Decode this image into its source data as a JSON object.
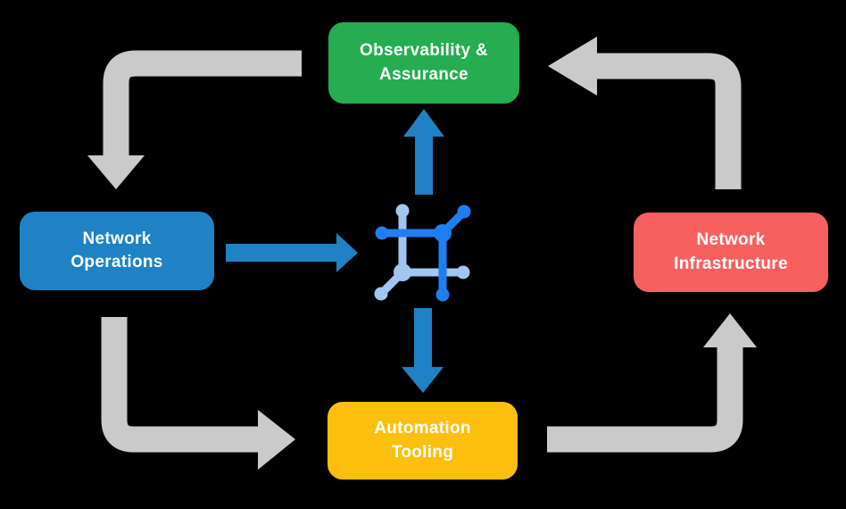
{
  "background": "#000000",
  "nodes": {
    "observability": {
      "label": "Observability &\nAssurance",
      "color": "#26AC51"
    },
    "operations": {
      "label": "Network\nOperations",
      "color": "#1E82C4"
    },
    "infrastructure": {
      "label": "Network\nInfrastructure",
      "color": "#F86060"
    },
    "automation": {
      "label": "Automation\nTooling",
      "color": "#FCBF0E"
    }
  },
  "center_icon": "network-mesh-icon",
  "colors": {
    "gray_arrow": "#CACACA",
    "blue_arrow": "#1E82C4",
    "icon_dark": "#1E80F0",
    "icon_light": "#A0C6F2",
    "label_text": "#FFFFFF",
    "background": "#000000"
  }
}
